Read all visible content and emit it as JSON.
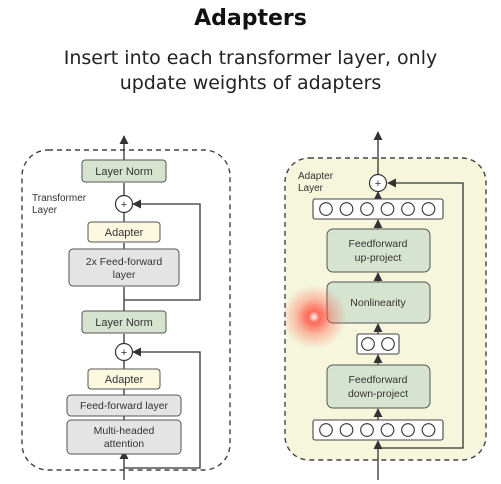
{
  "title": "Adapters",
  "subtitle_line1": "Insert into each transformer layer, only",
  "subtitle_line2": "update weights of adapters",
  "left": {
    "layer_label_1": "Transformer",
    "layer_label_2": "Layer",
    "layer_norm_top": "Layer Norm",
    "adapter_top": "Adapter",
    "feed_forward_line1": "2x Feed-forward",
    "feed_forward_line2": "layer",
    "layer_norm_mid": "Layer Norm",
    "adapter_bottom": "Adapter",
    "feed_forward_layer": "Feed-forward layer",
    "attention_line1": "Multi-headed",
    "attention_line2": "attention",
    "plus": "+"
  },
  "right": {
    "layer_label_1": "Adapter",
    "layer_label_2": "Layer",
    "up_line1": "Feedforward",
    "up_line2": "up-project",
    "nonlinearity": "Nonlinearity",
    "down_line1": "Feedforward",
    "down_line2": "down-project",
    "plus": "+"
  },
  "colors": {
    "green_box": "#d5e3cf",
    "light_yellow_box": "#fbf9df",
    "gray_box": "#e4e4e4",
    "adapter_panel": "#f5f6dc",
    "highlight": "#ff3b30"
  }
}
